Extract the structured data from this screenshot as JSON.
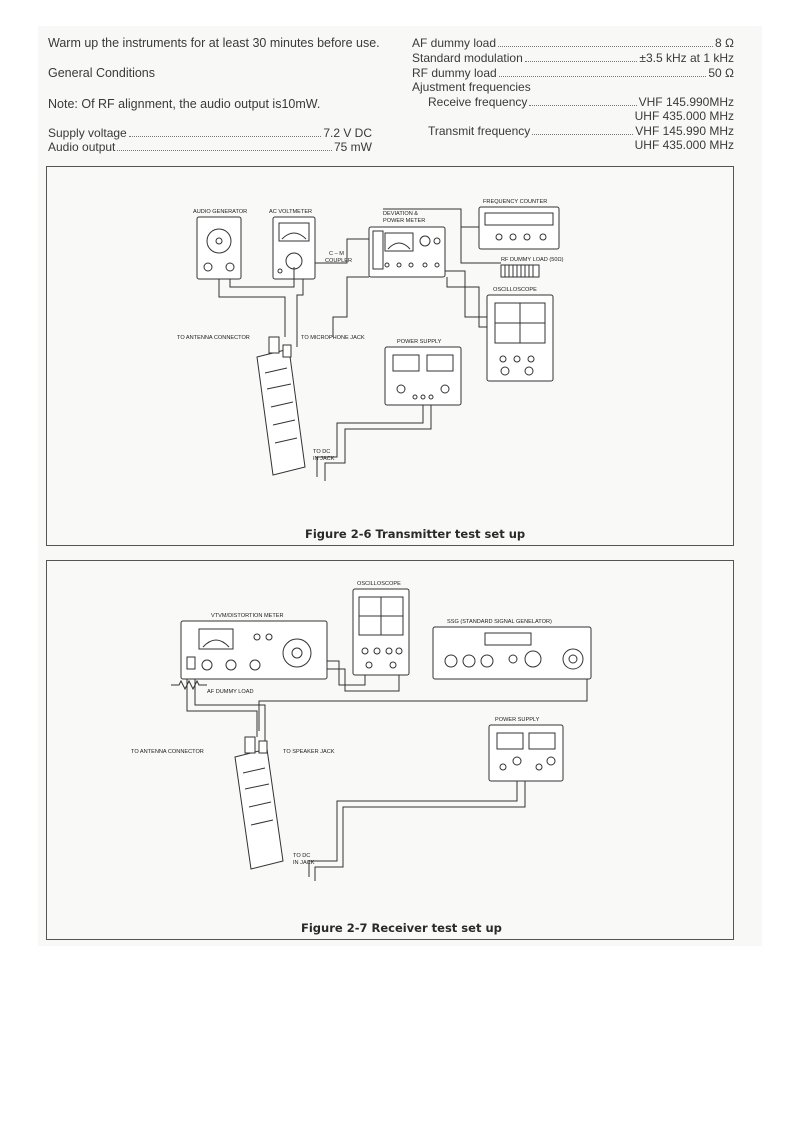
{
  "left_column": {
    "warmup": "Warm up the instruments for at least 30 minutes before use.",
    "general_conditions": "General Conditions",
    "note": "Note:   Of RF alignment, the audio output is10mW.",
    "specs": [
      {
        "label": "Supply voltage",
        "value": "7.2 V DC"
      },
      {
        "label": "Audio output",
        "value": "75 mW"
      }
    ]
  },
  "right_column": {
    "specs": [
      {
        "label": "AF dummy load",
        "value": "8  Ω"
      },
      {
        "label": "Standard modulation",
        "value": "±3.5 kHz at 1 kHz"
      },
      {
        "label": "RF dummy load",
        "value": "50  Ω"
      }
    ],
    "adjustment_heading": "Ajustment frequencies",
    "receive_label": "Receive frequency",
    "receive_vhf": "VHF  145.990MHz",
    "receive_uhf": "UHF  435.000 MHz",
    "transmit_label": "Transmit frequency",
    "transmit_vhf": "VHF  145.990 MHz",
    "transmit_uhf": "UHF  435.000 MHz"
  },
  "figure_tx": {
    "caption": "Figure 2-6 Transmitter test set up",
    "labels": {
      "audio_generator": "AUDIO GENERATOR",
      "ac_voltmeter": "AC VOLTMETER",
      "deviation_1": "DEVIATION &",
      "deviation_2": "POWER METER",
      "frequency_counter": "FREQUENCY COUNTER",
      "cm_1": "C – M",
      "cm_2": "COUPLER",
      "rf_dummy": "RF DUMMY LOAD (50Ω)",
      "oscilloscope": "OSCILLOSCOPE",
      "to_antenna": "TO ANTENNA CONNECTOR",
      "to_mic": "TO MICROPHONE JACK",
      "power_supply": "POWER SUPPLY",
      "to_dc_1": "TO DC",
      "to_dc_2": "IN JACK"
    }
  },
  "figure_rx": {
    "caption": "Figure 2-7 Receiver test set up",
    "labels": {
      "oscilloscope": "OSCILLOSCOPE",
      "vtvm": "VTVM/DISTORTION METER",
      "ssg": "SSG (STANDARD SIGNAL GENELATOR)",
      "af_dummy": "AF DUMMY LOAD",
      "power_supply": "POWER SUPPLY",
      "to_antenna": "TO ANTENNA CONNECTOR",
      "to_speaker": "TO SPEAKER JACK",
      "to_dc_1": "TO DC",
      "to_dc_2": "IN JACK"
    }
  }
}
